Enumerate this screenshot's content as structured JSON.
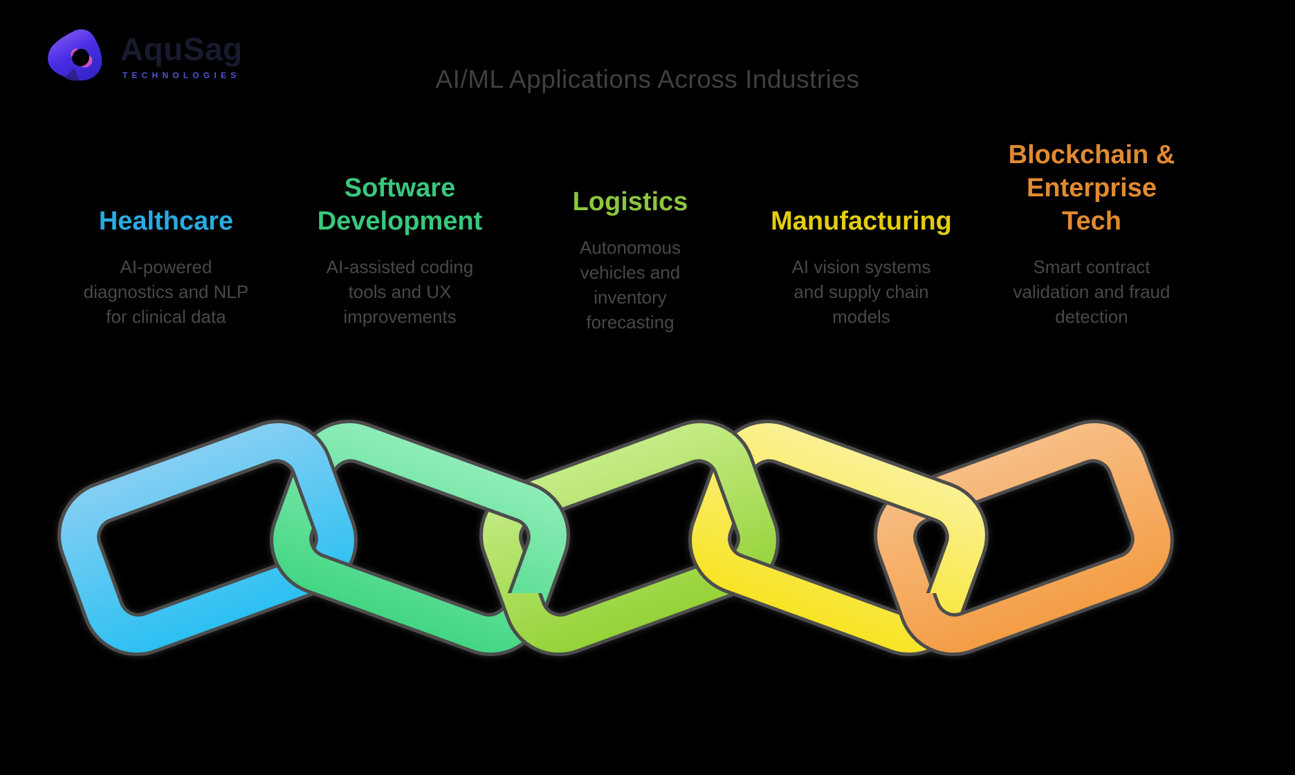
{
  "logo": {
    "brand": "AquSag",
    "subtitle": "TECHNOLOGIES"
  },
  "title": "AI/ML Applications Across Industries",
  "columns": [
    {
      "id": "healthcare",
      "heading_lines": [
        "Healthcare"
      ],
      "heading_color": "#29ABE2",
      "desc_lines": [
        "AI-powered",
        "diagnostics and NLP",
        "for clinical data"
      ]
    },
    {
      "id": "software-development",
      "heading_lines": [
        "Software",
        "Development"
      ],
      "heading_color": "#38C87D",
      "desc_lines": [
        "AI-assisted coding",
        "tools and UX",
        "improvements"
      ]
    },
    {
      "id": "logistics",
      "heading_lines": [
        "Logistics"
      ],
      "heading_color": "#8DC63F",
      "desc_lines": [
        "Autonomous",
        "vehicles and",
        "inventory",
        "forecasting"
      ]
    },
    {
      "id": "manufacturing",
      "heading_lines": [
        "Manufacturing"
      ],
      "heading_color": "#E3CD10",
      "desc_lines": [
        "AI vision systems",
        "and supply chain",
        "models"
      ]
    },
    {
      "id": "blockchain-enterprise-tech",
      "heading_lines": [
        "Blockchain &",
        "Enterprise",
        "Tech"
      ],
      "heading_color": "#E18A31",
      "desc_lines": [
        "Smart contract",
        "validation and fraud",
        "detection"
      ]
    }
  ],
  "chain": {
    "outline": "#4C4C4C",
    "links": [
      {
        "name": "healthcare-link",
        "top": "#86CFF3",
        "bottom": "#2BC0F2"
      },
      {
        "name": "software-link",
        "top": "#8FEDB8",
        "bottom": "#43D683"
      },
      {
        "name": "logistics-link",
        "top": "#C5EC87",
        "bottom": "#95D237"
      },
      {
        "name": "manufacturing-link",
        "top": "#FAF195",
        "bottom": "#F8E424"
      },
      {
        "name": "blockchain-link",
        "top": "#F7BE85",
        "bottom": "#F49D45"
      }
    ]
  }
}
